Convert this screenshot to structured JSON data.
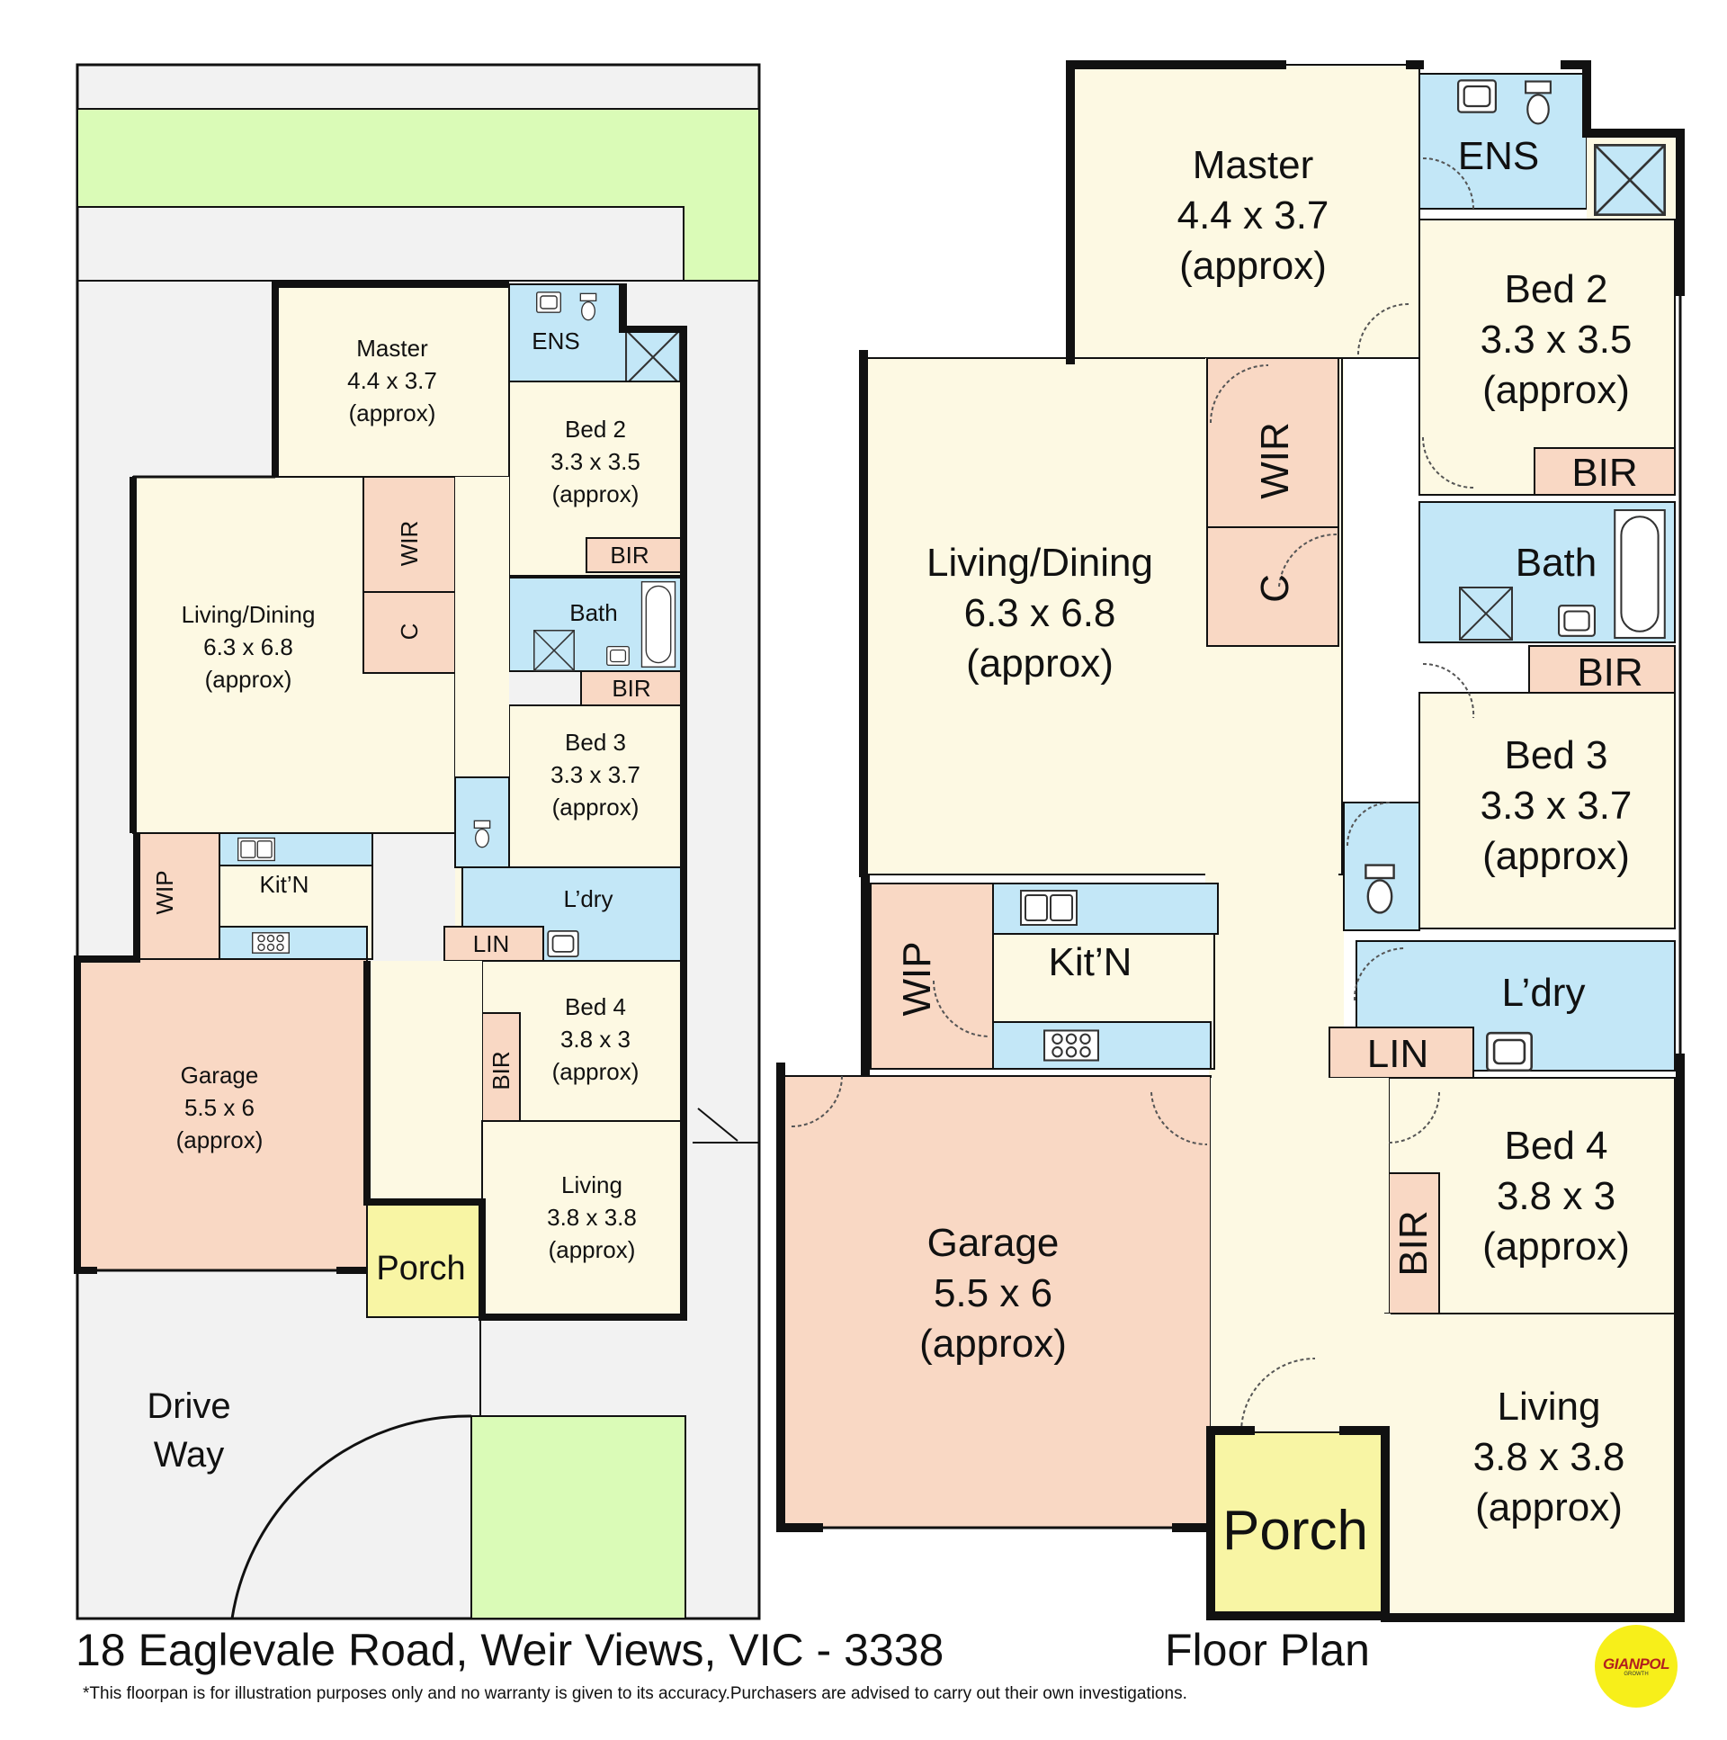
{
  "address": "18 Eaglevale Road, Weir Views, VIC - 3338",
  "plan_label": "Floor Plan",
  "disclaimer": "*This floorpan is for illustration purposes only and no warranty is given to its accuracy.Purchasers are advised to carry out their own investigations.",
  "logo": {
    "name": "GIANPOL",
    "tagline": "GROWTH"
  },
  "site_labels": {
    "drive_1": "Drive",
    "drive_2": "Way"
  },
  "rooms": {
    "master": {
      "name": "Master",
      "size": "4.4 x 3.7",
      "note": "(approx)"
    },
    "bed2": {
      "name": "Bed 2",
      "size": "3.3 x 3.5",
      "note": "(approx)"
    },
    "bed3": {
      "name": "Bed 3",
      "size": "3.3 x 3.7",
      "note": "(approx)"
    },
    "bed4": {
      "name": "Bed 4",
      "size": "3.8 x 3",
      "note": "(approx)"
    },
    "living_dining": {
      "name": "Living/Dining",
      "size": "6.3 x 6.8",
      "note": "(approx)"
    },
    "garage": {
      "name": "Garage",
      "size": "5.5 x 6",
      "note": "(approx)"
    },
    "living": {
      "name": "Living",
      "size": "3.8 x 3.8",
      "note": "(approx)"
    },
    "ens": "ENS",
    "bath": "Bath",
    "bir": "BIR",
    "wir": "WIR",
    "c": "C",
    "wip": "WIP",
    "kitchen": "Kit’N",
    "laundry": "L’dry",
    "lin": "LIN",
    "porch": "Porch"
  },
  "colors": {
    "bedroom": "#fdf9e3",
    "wet": "#c3e7f7",
    "storage": "#f9d8c4",
    "porch": "#f8f5a4",
    "lawn": "#dafbb7",
    "paving": "#f2f2f2",
    "wall": "#111111"
  }
}
